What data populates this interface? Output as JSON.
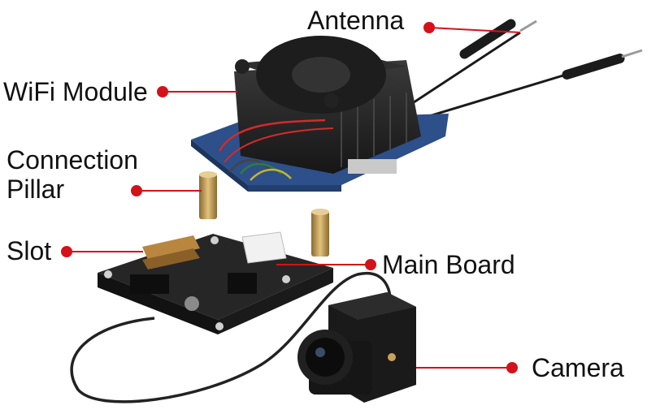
{
  "colors": {
    "leader": "#d4121a",
    "pcb": "#1f1f1f",
    "wifi_pcb": "#2d4f8a",
    "heatsink": "#2a2a2a",
    "brass": "#c9a25a",
    "lens": "#111111"
  },
  "labels": {
    "antenna": "Antenna",
    "wifi_module": "WiFi Module",
    "connection_pillar_line1": "Connection",
    "connection_pillar_line2": "Pillar",
    "slot": "Slot",
    "main_board": "Main Board",
    "camera": "Camera"
  }
}
